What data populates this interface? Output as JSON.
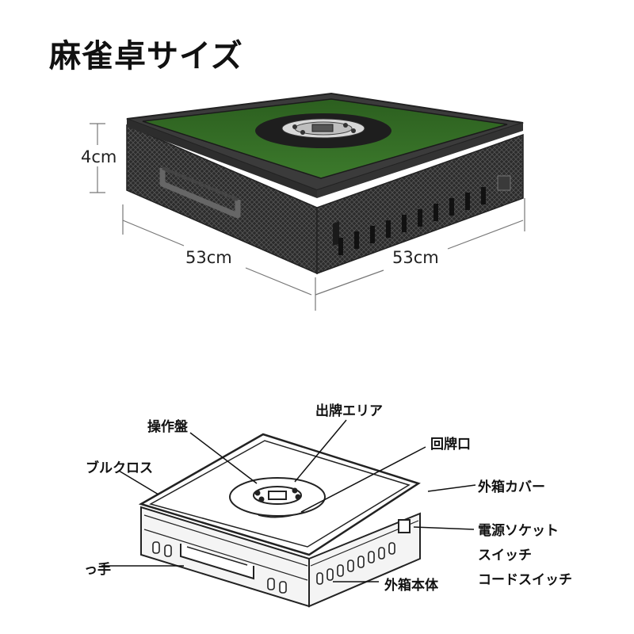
{
  "title": "麻雀卓サイズ",
  "dimensions": {
    "height": "4cm",
    "depth": "53cm",
    "width": "53cm"
  },
  "callouts": {
    "control_panel": "操作盤",
    "tile_exit_area": "出牌エリア",
    "tile_return_slot": "回牌口",
    "cloth": "ブルクロス",
    "outer_cover": "外箱カバー",
    "power_socket": "電源ソケット",
    "switch": "スイッチ",
    "cord_switch": "コードスイッチ",
    "handle": "っ手",
    "outer_body": "外箱本体"
  },
  "colors": {
    "felt": "#2f6b22",
    "frame": "#3a3a3a",
    "body": "#2a2a2a"
  }
}
